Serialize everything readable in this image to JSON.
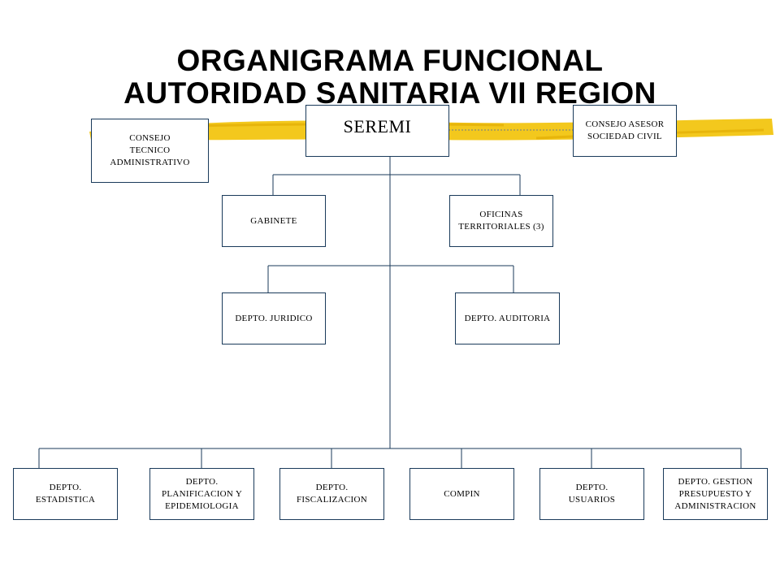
{
  "title": {
    "line1": "ORGANIGRAMA FUNCIONAL",
    "line2": "AUTORIDAD SANITARIA VII REGION"
  },
  "nodes": {
    "seremi": "SEREMI",
    "consejo_tecnico": "CONSEJO\nTECNICO\nADMINISTRATIVO",
    "consejo_asesor": "CONSEJO ASESOR\nSOCIEDAD CIVIL",
    "gabinete": "GABINETE",
    "oficinas": "OFICINAS\nTERRITORIALES (3)",
    "juridico": "DEPTO. JURIDICO",
    "auditoria": "DEPTO. AUDITORIA",
    "estadistica": "DEPTO.\nESTADISTICA",
    "planificacion": "DEPTO.\nPLANIFICACION Y\nEPIDEMIOLOGIA",
    "fiscalizacion": "DEPTO.\nFISCALIZACION",
    "compin": "COMPIN",
    "usuarios": "DEPTO.\nUSUARIOS",
    "gestion": "DEPTO. GESTION\nPRESUPUESTO Y\nADMINISTRACION"
  },
  "colors": {
    "accent_highlight": "#f2c511",
    "line": "#1a3a5a"
  }
}
